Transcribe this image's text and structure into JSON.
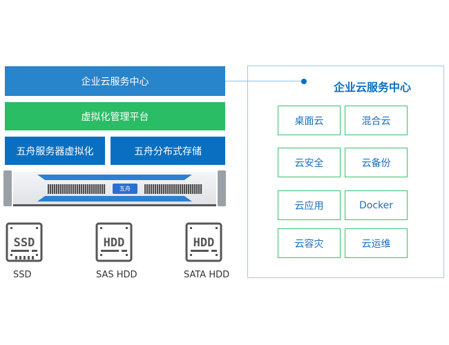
{
  "stack": {
    "cloud_center": "企业云服务中心",
    "virt_platform": "虚拟化管理平台",
    "server_virt": "五舟服务器虚拟化",
    "dist_storage": "五舟分布式存储"
  },
  "server_logo": "五舟",
  "drives": [
    {
      "icon": "ssd-icon",
      "glyph": "SSD",
      "label": "SSD"
    },
    {
      "icon": "hdd-icon",
      "glyph": "HDD",
      "label": "SAS HDD"
    },
    {
      "icon": "hdd-icon",
      "glyph": "HDD",
      "label": "SATA HDD"
    }
  ],
  "panel": {
    "title": "企业云服务中心",
    "services": [
      "桌面云",
      "混合云",
      "云安全",
      "云备份",
      "云应用",
      "Docker",
      "云容灾",
      "云运维"
    ]
  },
  "colors": {
    "blue": "#2884cb",
    "green": "#2bbd66",
    "dark_blue": "#0a6fc0"
  }
}
